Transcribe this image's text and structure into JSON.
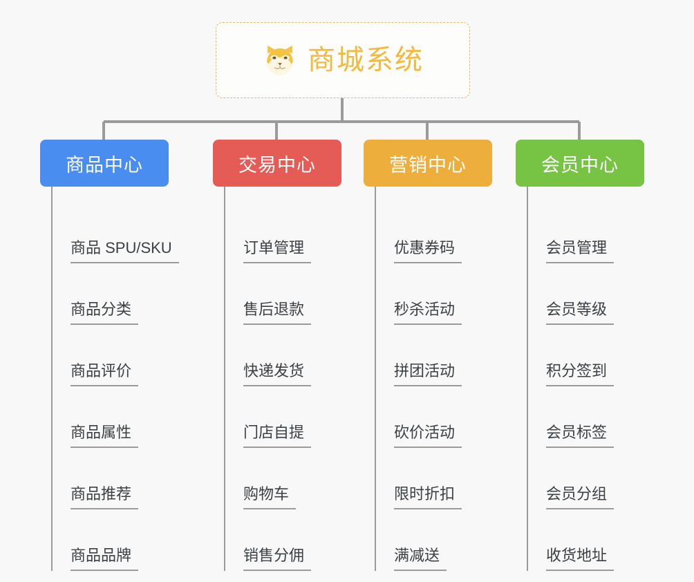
{
  "root": {
    "title": "商城系统",
    "icon": "shiba-dog-emoji",
    "border_color": "#e8b860",
    "text_color": "#f2b93c"
  },
  "canvas": {
    "background": "#f8f8f8",
    "connector_color": "#9a9a9a"
  },
  "columns": [
    {
      "title": "商品中心",
      "color": "#4a8df0",
      "items": [
        "商品 SPU/SKU",
        "商品分类",
        "商品评价",
        "商品属性",
        "商品推荐",
        "商品品牌"
      ]
    },
    {
      "title": "交易中心",
      "color": "#e55b55",
      "items": [
        "订单管理",
        "售后退款",
        "快递发货",
        "门店自提",
        "购物车",
        "销售分佣"
      ]
    },
    {
      "title": "营销中心",
      "color": "#edae3c",
      "items": [
        "优惠券码",
        "秒杀活动",
        "拼团活动",
        "砍价活动",
        "限时折扣",
        "满减送"
      ]
    },
    {
      "title": "会员中心",
      "color": "#77c344",
      "items": [
        "会员管理",
        "会员等级",
        "积分签到",
        "会员标签",
        "会员分组",
        "收货地址"
      ]
    }
  ]
}
